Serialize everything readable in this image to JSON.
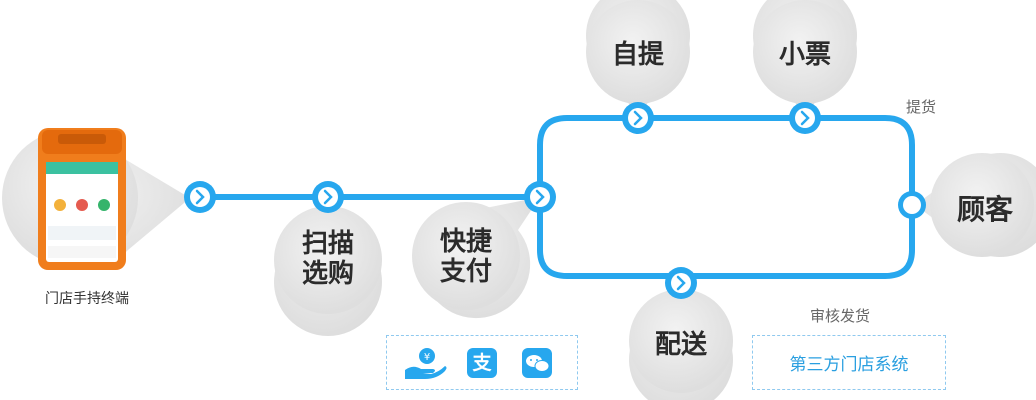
{
  "terminal": {
    "caption": "门店手持终端"
  },
  "steps": {
    "scan": {
      "line1": "扫描",
      "line2": "选购"
    },
    "pay": {
      "line1": "快捷",
      "line2": "支付"
    },
    "pickup": {
      "label": "自提"
    },
    "receipt": {
      "label": "小票"
    },
    "customer": {
      "label": "顾客"
    },
    "delivery": {
      "label": "配送"
    }
  },
  "labels": {
    "pickup_goods": "提货",
    "review_ship": "审核发货",
    "third_party": "第三方门店系统"
  },
  "payment_icons": [
    "hand-coin-icon",
    "alipay-icon",
    "wechat-pay-icon"
  ],
  "colors": {
    "accent": "#27a7ee",
    "bubble": "#e8e8e8",
    "device": "#f07d1c",
    "text": "#2b2b2b"
  }
}
